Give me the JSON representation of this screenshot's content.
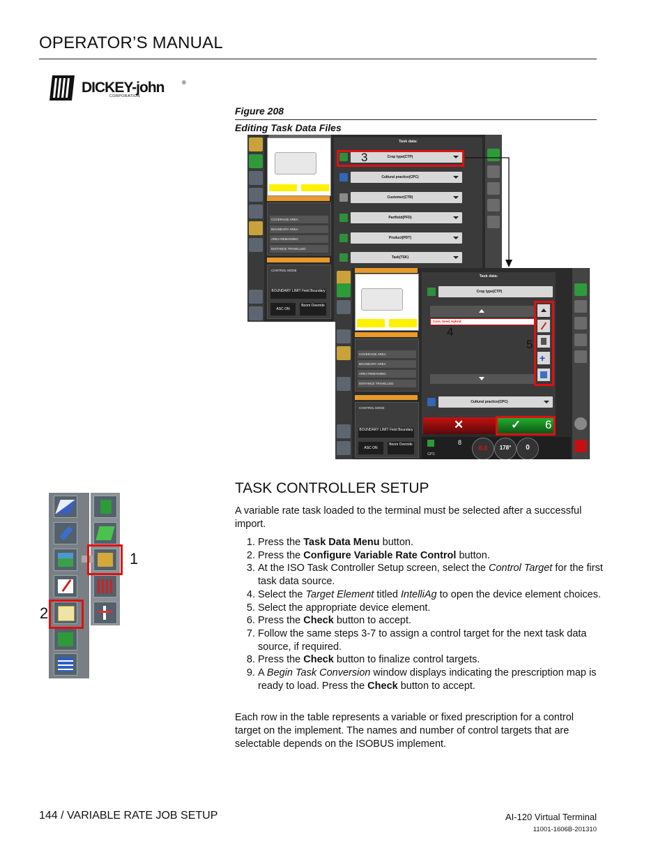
{
  "header": {
    "title": "OPERATOR’S MANUAL"
  },
  "logo": {
    "wordmark": "DICKEY-john",
    "registered": "®",
    "corporation": "CORPORATION"
  },
  "figure": {
    "number": "Figure 208",
    "caption": "Editing Task Data Files",
    "screen1": {
      "panel_title": "Task data:",
      "rows": [
        "Crop type(CTP)",
        "Cultural practice(CPC)",
        "Customer(CTR)",
        "Partfield(PFD)",
        "Product(PDT)",
        "Task(TSK)"
      ],
      "stats": [
        "COVERAGE AREA",
        "BOUNDARY AREA",
        "AREA REMAINING",
        "DISTANCE TRAVELLED"
      ],
      "control_mode": "CONTROL MODE",
      "boundary_limit": "BOUNDARY LIMIT Field Boundary",
      "asc_on": "ASC ON",
      "boom_override": "Boom Override",
      "callout": "3"
    },
    "screen2": {
      "panel_title": "Task data:",
      "top_row": "Crop type(CTP)",
      "selected_item": "Corn, Seed, Hybrid",
      "bottom_row": "Cultural practice(CPC)",
      "stats": [
        "COVERAGE AREA",
        "BOUNDARY AREA",
        "AREA REMAINING",
        "DISTANCE TRAVELLED"
      ],
      "control_mode": "CONTROL MODE",
      "boundary_limit": "BOUNDARY LIMIT Field Boundary",
      "asc_on": "ASC ON",
      "boom_override": "Boom Override",
      "gps_count": "8",
      "gps_label": "GPS",
      "speed": "0.0",
      "heading": "178°",
      "zero": "0",
      "callouts": {
        "c4": "4",
        "c5": "5",
        "c6": "6"
      }
    }
  },
  "icons_figure": {
    "callout1": "1",
    "callout2": "2",
    "left_column": [
      "eraser-icon",
      "usb-icon",
      "field-icon",
      "edit-icon",
      "task-data-icon",
      "green-plus-icon",
      "list-icon"
    ],
    "right_column": [
      "green-card-icon",
      "green-field-icon",
      "variable-rate-icon",
      "sections-icon",
      "split-icon"
    ]
  },
  "section": {
    "title": "TASK CONTROLLER SETUP",
    "intro": "A variable rate task loaded to the terminal must be selected after a successful import.",
    "steps": [
      [
        {
          "t": "Press the "
        },
        {
          "t": "Task Data Menu",
          "b": true
        },
        {
          "t": " button."
        }
      ],
      [
        {
          "t": "Press the "
        },
        {
          "t": "Configure Variable Rate Control",
          "b": true
        },
        {
          "t": " button."
        }
      ],
      [
        {
          "t": "At the ISO Task Controller Setup screen, select the "
        },
        {
          "t": "Control Target",
          "i": true
        },
        {
          "t": " for the first task data source."
        }
      ],
      [
        {
          "t": "Select the "
        },
        {
          "t": "Target Element",
          "i": true
        },
        {
          "t": " titled "
        },
        {
          "t": "IntelliAg",
          "i": true
        },
        {
          "t": " to open the device element choices."
        }
      ],
      [
        {
          "t": "Select the appropriate device element."
        }
      ],
      [
        {
          "t": "Press the "
        },
        {
          "t": "Check",
          "b": true
        },
        {
          "t": " button to accept."
        }
      ],
      [
        {
          "t": "Follow the same steps 3-7 to assign a control target for the next task data source, if required."
        }
      ],
      [
        {
          "t": "Press the "
        },
        {
          "t": "Check",
          "b": true
        },
        {
          "t": " button to finalize control targets."
        }
      ],
      [
        {
          "t": "A "
        },
        {
          "t": "Begin Task Conversion",
          "i": true
        },
        {
          "t": " window displays indicating the prescription map is ready to load.  Press the "
        },
        {
          "t": "Check",
          "b": true
        },
        {
          "t": " button to accept."
        }
      ]
    ],
    "closing": "Each row in the table represents a variable or fixed prescription for a control target on the implement. The names and number of control targets that are selectable depends on the ISOBUS implement."
  },
  "footer": {
    "left": "144 / VARIABLE RATE JOB SETUP",
    "right": "AI-120 Virtual Terminal",
    "docnum": "11001-1606B-201310"
  },
  "colors": {
    "callout_red": "#e01010",
    "accent_green": "#2e9a3a",
    "bar_orange": "#e89a2b"
  }
}
